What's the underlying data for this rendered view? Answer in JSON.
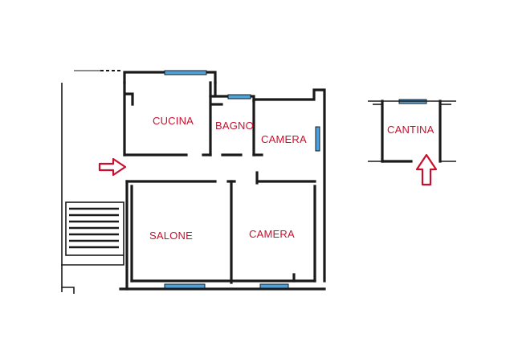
{
  "rooms": {
    "cucina": "CUCINA",
    "bagno": "BAGNO",
    "camera_top": "CAMERA",
    "salone": "SALONE",
    "camera_bottom": "CAMERA",
    "cantina": "CANTINA"
  },
  "colors": {
    "label": "#c8102e",
    "wall": "#1a1a1a",
    "window": "#4aa3df",
    "arrow": "#c8102e"
  }
}
